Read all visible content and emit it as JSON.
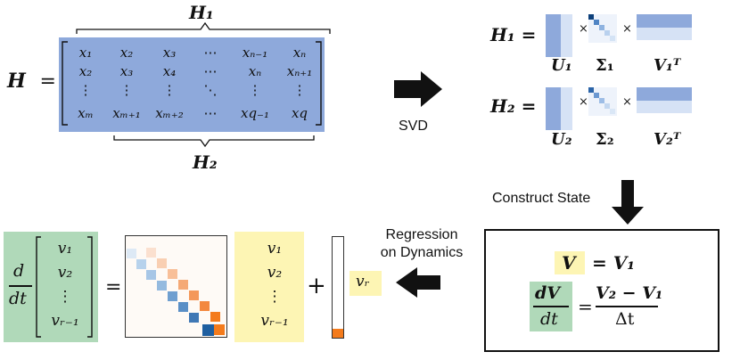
{
  "hankel": {
    "lhs": "H",
    "eq": "=",
    "brace_top": "H₁",
    "brace_bottom": "H₂",
    "rows": [
      [
        "x₁",
        "x₂",
        "x₃",
        "⋯",
        "xₙ₋₁",
        "xₙ"
      ],
      [
        "x₂",
        "x₃",
        "x₄",
        "⋯",
        "xₙ",
        "xₙ₊₁"
      ],
      [
        "⋮",
        "⋮",
        "⋮",
        "⋱",
        "⋮",
        "⋮"
      ],
      [
        "xₘ",
        "xₘ₊₁",
        "xₘ₊₂",
        "⋯",
        "x_q₋₁",
        "x_q"
      ]
    ],
    "row4_fixed": [
      "xₘ",
      "xₘ₊₁",
      "xₘ₊₂",
      "⋯",
      "xq₋₁",
      "xq"
    ]
  },
  "svd_label": "SVD",
  "svd_rows": [
    {
      "lhs": "H₁ =",
      "u": "U₁",
      "s": "Σ₁",
      "v": "V₁ᵀ"
    },
    {
      "lhs": "H₂ =",
      "u": "U₂",
      "s": "Σ₂",
      "v": "V₂ᵀ"
    }
  ],
  "times": "×",
  "construct_state": "Construct State",
  "regression": [
    "Regression",
    "on Dynamics"
  ],
  "state_box": {
    "v_lhs": "V",
    "v_rhs": "= V₁",
    "deriv_num": "dV",
    "deriv_den": "dt",
    "eq": "=",
    "frac_num": "V₂ − V₁",
    "frac_den": "Δt"
  },
  "ode": {
    "d": "d",
    "dt": "dt",
    "vec": [
      "v₁",
      "v₂",
      "⋮",
      "vᵣ₋₁"
    ],
    "eq": "=",
    "plus": "+",
    "forcing": "vᵣ"
  },
  "colors": {
    "hankel_bg": "#8ea9db",
    "green": "#b0d9b9",
    "yellow": "#fdf5b4",
    "blue_dark": "#1f5fa0",
    "orange": "#f47b1c"
  }
}
